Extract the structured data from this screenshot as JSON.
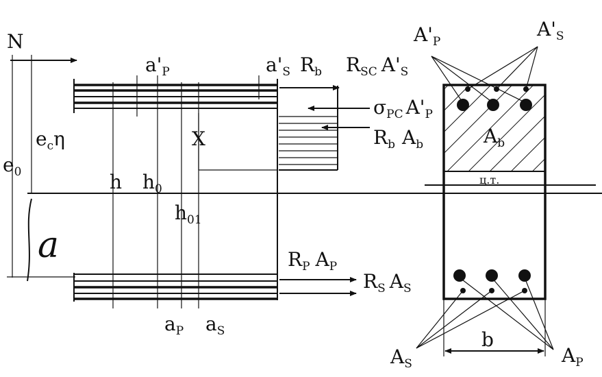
{
  "labels": {
    "N": "N",
    "a_p_top": "a'",
    "a_p_top_sub": "P",
    "a_s_top": "a'",
    "a_s_top_sub": "S",
    "Rb": "R",
    "Rb_sub": "b",
    "Rsc": "R",
    "Rsc_sub": "SC",
    "Rsc_As": "A'",
    "Rsc_As_sub": "S",
    "sigma": "σ",
    "sigma_sub": "PC",
    "sigma_Ap": "A'",
    "sigma_Ap_sub": "P",
    "RbAb_R": "R",
    "RbAb_Rsub": "b",
    "RbAb_A": "A",
    "RbAb_Asub": "b",
    "X": "X",
    "e0eta": "e",
    "e0eta_sub": "c",
    "eta": "η",
    "e0": "e",
    "e0_sub": "0",
    "h": "h",
    "h0": "h",
    "h0_sub": "0",
    "h01": "h",
    "h01_sub": "01",
    "a": "a",
    "RpAp_R": "R",
    "RpAp_Rsub": "P",
    "RpAp_A": "A",
    "RpAp_Asub": "P",
    "RsAs_R": "R",
    "RsAs_Rsub": "S",
    "RsAs_A": "A",
    "RsAs_Asub": "S",
    "ap_bot": "a",
    "ap_bot_sub": "P",
    "as_bot": "a",
    "as_bot_sub": "S",
    "Ap_top": "A'",
    "Ap_top_sub": "P",
    "As_top": "A'",
    "As_top_sub": "S",
    "Ab_sec": "A",
    "Ab_sec_sub": "b",
    "cgs": "ц.т.",
    "As_bot": "A",
    "As_bot_sub": "S",
    "Ap_bot": "A",
    "Ap_bot_sub": "P",
    "b": "b"
  }
}
